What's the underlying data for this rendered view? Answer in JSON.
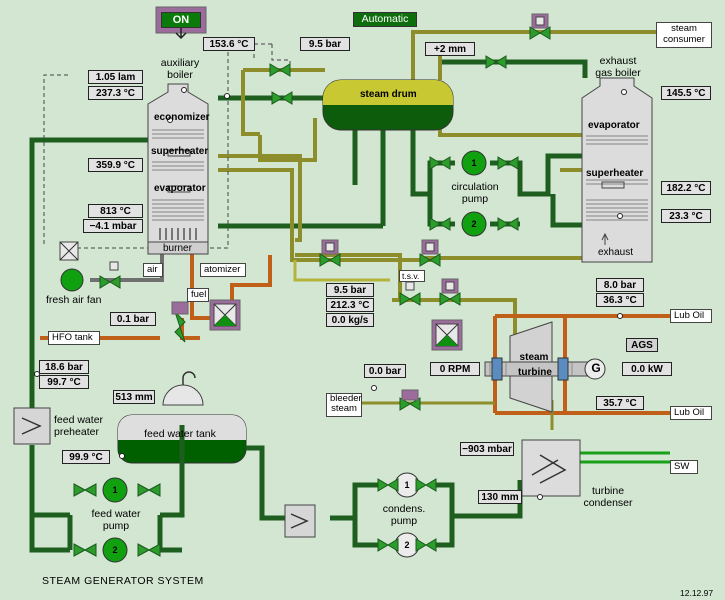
{
  "title": "STEAM GENERATOR SYSTEM",
  "date": "12.12.97",
  "on_button": "ON",
  "mode": "Automatic",
  "aux_boiler": {
    "title": "auxiliary\nboiler",
    "economizer": "economizer",
    "superheater": "superheater",
    "evaporator": "evaporator",
    "burner": "burner",
    "pressure_lam": "1.05 lam",
    "temp_top": "237.3 °C",
    "superheater_temp": "359.9 °C",
    "evap_temp": "813 °C",
    "draft": "−4.1 mbar",
    "steam_out_temp": "153.6 °C",
    "steam_pressure": "9.5 bar"
  },
  "steam_drum": {
    "label": "steam drum",
    "level": "+2 mm"
  },
  "steam_consumer": "steam\nconsumer",
  "exhaust_boiler": {
    "title": "exhaust\ngas boiler",
    "evaporator": "evaporator",
    "superheater": "superheater",
    "exhaust": "exhaust",
    "temp_top": "145.5 °C",
    "temp_sh": "182.2 °C",
    "temp_bottom": "23.3 °C"
  },
  "circulation_pump": "circulation\npump",
  "fresh_air_fan": "fresh air fan",
  "air": "air",
  "atomizer": "atomizer",
  "fuel": "fuel",
  "hfo_tank": "HFO tank",
  "fuel_pressure": "0.1 bar",
  "turbine_inlet": {
    "pressure": "9.5 bar",
    "temp": "212.3 °C",
    "flow": "0.0 kg/s",
    "tsv": "t.s.v."
  },
  "lub_oil": {
    "pressure": "8.0 bar",
    "temp_in": "36.3 °C",
    "temp_out": "35.7 °C",
    "label_in": "Lub Oil",
    "label_out": "Lub Oil"
  },
  "turbine": {
    "label": "steam\nturbine",
    "rpm": "0 RPM",
    "power": "0.0 kW",
    "ags": "AGS"
  },
  "bleeder": {
    "label": "bleeder\nsteam",
    "pressure": "0.0 bar"
  },
  "feed_water_preheater": {
    "label": "feed water\npreheater",
    "pressure": "18.6 bar",
    "temp": "99.7 °C"
  },
  "feed_water_tank": {
    "label": "feed water tank",
    "level": "513 mm",
    "temp": "99.9 °C"
  },
  "feed_water_pump": "feed water\npump",
  "condens_pump": "condens.\npump",
  "condenser": {
    "label": "turbine\ncondenser",
    "vacuum": "−903 mbar",
    "level": "130 mm",
    "sw": "SW"
  },
  "pump_numbers": [
    "1",
    "2"
  ]
}
